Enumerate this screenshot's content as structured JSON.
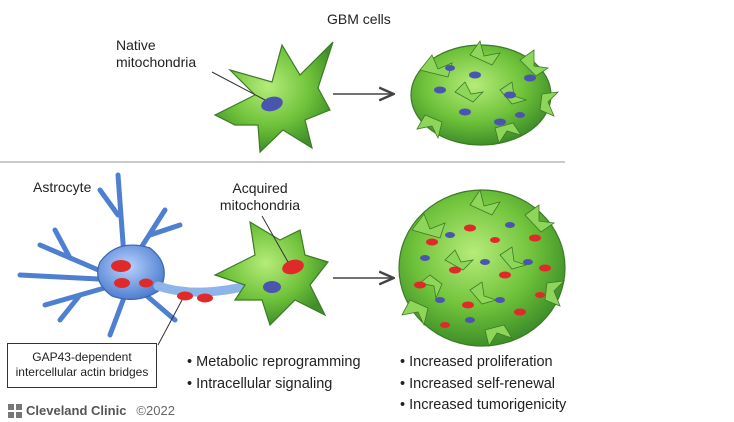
{
  "labels": {
    "gbm_cells": "GBM cells",
    "native_mito": "Native\nmitochondria",
    "astrocyte": "Astrocyte",
    "acquired_mito": "Acquired\nmitochondria",
    "bridge": "GAP43-dependent\nintercellular actin bridges"
  },
  "effects_left": [
    "Metabolic reprogramming",
    "Intracellular signaling"
  ],
  "effects_right": [
    "Increased proliferation",
    "Increased self-renewal",
    "Increased tumorigenicity"
  ],
  "brand": {
    "name": "Cleveland Clinic",
    "copyright": "©2022"
  },
  "colors": {
    "cell_green": "#6fc23a",
    "cell_dark": "#3f8f2a",
    "astrocyte_blue": "#5f8fd8",
    "mito_red": "#e02a2a",
    "mito_blue": "#4a55b0"
  }
}
